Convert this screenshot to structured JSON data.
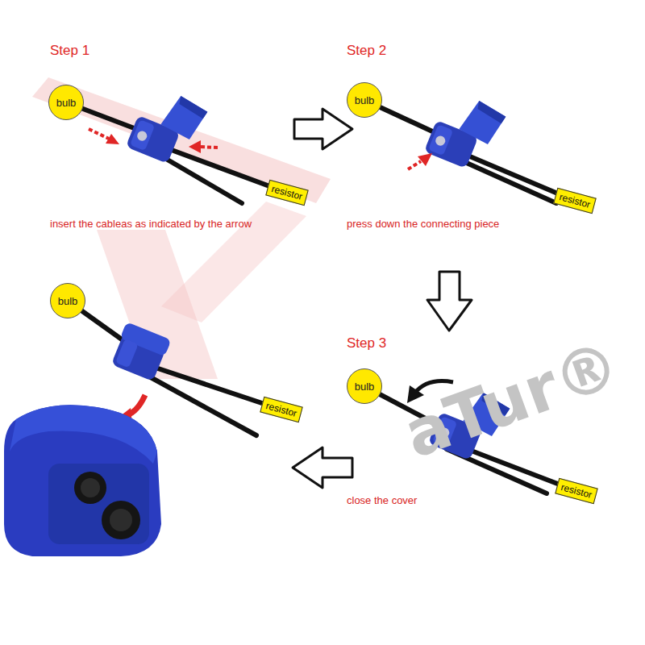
{
  "diagram": {
    "nodes": [
      {
        "text": [
          "bulb"
        ]
      },
      {
        "text": [
          "resistor"
        ]
      },
      {
        "text": [
          "bulb"
        ]
      },
      {
        "text": [
          "resistor"
        ]
      },
      {
        "text": [
          "bulb"
        ]
      },
      {
        "text": [
          "resistor"
        ]
      },
      {
        "text": [
          "bulb"
        ]
      },
      {
        "text": [
          "resistor"
        ]
      }
    ],
    "labels": [
      "Step 1",
      "insert the cableas as indicated by the arrow",
      "Step 2",
      "press down the connecting piece",
      "Step 3",
      "close the cover",
      "aTur®"
    ]
  }
}
